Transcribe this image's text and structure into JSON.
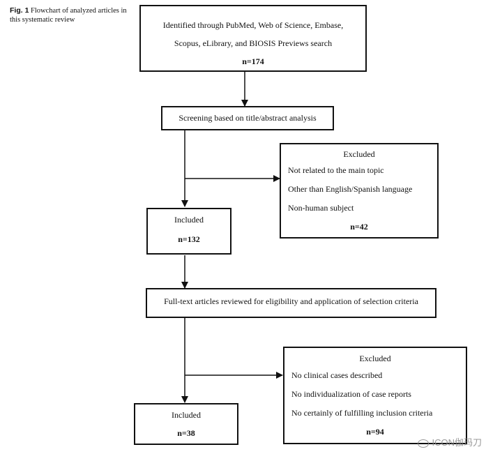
{
  "caption": {
    "figure_label": "Fig. 1",
    "text": "Flowchart of analyzed articles in this systematic review"
  },
  "identified": {
    "line1": "Identified through PubMed, Web of Science, Embase,",
    "line2": "Scopus, eLibrary, and BIOSIS Previews search",
    "count": "n=174"
  },
  "screening": {
    "label": "Screening based on title/abstract analysis"
  },
  "excluded_1": {
    "title": "Excluded",
    "items": [
      "Not related to the main topic",
      "Other than English/Spanish language",
      "Non-human subject"
    ],
    "count": "n=42"
  },
  "included_1": {
    "title": "Included",
    "count": "n=132"
  },
  "fulltext": {
    "label": "Full-text articles reviewed for eligibility and application of selection criteria"
  },
  "excluded_2": {
    "title": "Excluded",
    "items": [
      "No clinical cases described",
      "No individualization of case reports",
      "No certainly of fulfilling inclusion criteria"
    ],
    "count": "n=94"
  },
  "included_2": {
    "title": "Included",
    "count": "n=38"
  },
  "watermark": {
    "text": "ICON伽玛刀"
  }
}
